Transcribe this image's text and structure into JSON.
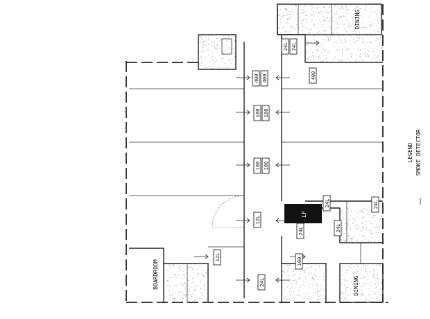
{
  "plan": {
    "ink_color": "#222222",
    "background_color": "#ffffff",
    "solid_block_color": "#111111",
    "room_label_top_right": "DINING",
    "room_label_bottom_right": "DINING",
    "room_label_bottom_left": "BOARDROOM",
    "legend": {
      "title": "LEGEND",
      "subtitle": "SMOKE DETECTOR"
    },
    "seat_tags": [
      {
        "id": "t1",
        "a": "24L",
        "b": "24L"
      },
      {
        "id": "t2",
        "a": "400",
        "b": "400"
      },
      {
        "id": "t3",
        "a": "400"
      },
      {
        "id": "t4",
        "a": "100",
        "b": "100"
      },
      {
        "id": "t5",
        "a": "100",
        "b": "100"
      },
      {
        "id": "t6",
        "a": "24L"
      },
      {
        "id": "t7",
        "a": "12L"
      },
      {
        "id": "t8",
        "a": "24L"
      },
      {
        "id": "t9",
        "a": "24L"
      },
      {
        "id": "t10",
        "a": "100"
      },
      {
        "id": "t11",
        "a": "12L"
      },
      {
        "id": "t12",
        "a": "24L"
      },
      {
        "id": "t13",
        "a": "24L"
      }
    ],
    "block_label": "LF"
  }
}
